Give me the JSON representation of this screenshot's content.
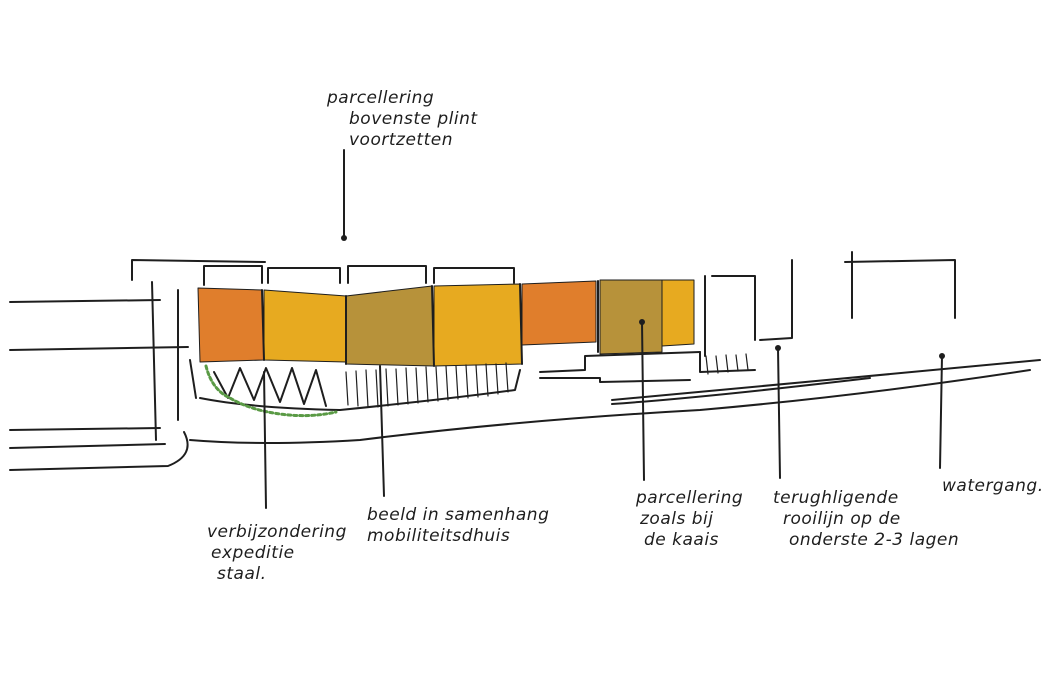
{
  "annotations": {
    "top": {
      "lines": [
        "parcellering",
        "bovenste plint",
        "voortzetten"
      ]
    },
    "steel": {
      "lines": [
        "verbijzondering",
        "expeditie",
        "staal."
      ]
    },
    "image": {
      "lines": [
        "beeld in samenhang",
        "mobiliteitsdhuis"
      ]
    },
    "parcellering": {
      "lines": [
        "parcellering",
        "zoals bij",
        "de kaais"
      ]
    },
    "frontage": {
      "lines": [
        "terughligende",
        "rooilijn op de",
        "onderste 2-3 lagen"
      ]
    },
    "watergang": {
      "lines": [
        "watergang."
      ]
    }
  },
  "colors": {
    "ink": "#1e1e1e",
    "orange": "#e07e2c",
    "yellow": "#e7aa20",
    "ochre": "#b7923a",
    "green": "#5a9a45"
  }
}
